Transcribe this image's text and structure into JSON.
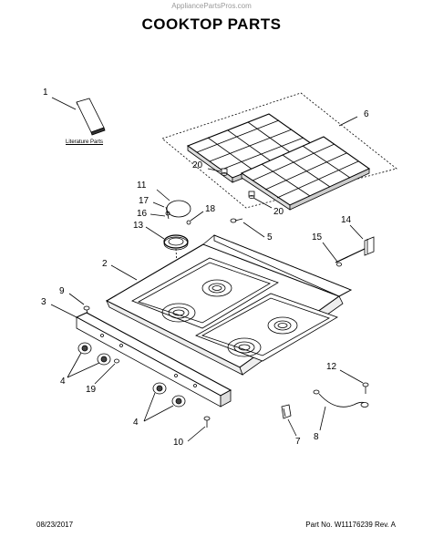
{
  "header": {
    "watermark": "AppliancePartsPros.com",
    "title": "COOKTOP PARTS"
  },
  "literature_label": "Literature Parts",
  "callouts": [
    {
      "id": "c1",
      "text": "1"
    },
    {
      "id": "c6",
      "text": "6"
    },
    {
      "id": "c20a",
      "text": "20"
    },
    {
      "id": "c20b",
      "text": "20"
    },
    {
      "id": "c11",
      "text": "11"
    },
    {
      "id": "c17",
      "text": "17"
    },
    {
      "id": "c18",
      "text": "18"
    },
    {
      "id": "c16",
      "text": "16"
    },
    {
      "id": "c13",
      "text": "13"
    },
    {
      "id": "c5",
      "text": "5"
    },
    {
      "id": "c14",
      "text": "14"
    },
    {
      "id": "c15",
      "text": "15"
    },
    {
      "id": "c2",
      "text": "2"
    },
    {
      "id": "c9",
      "text": "9"
    },
    {
      "id": "c3",
      "text": "3"
    },
    {
      "id": "c4a",
      "text": "4"
    },
    {
      "id": "c19",
      "text": "19"
    },
    {
      "id": "c4b",
      "text": "4"
    },
    {
      "id": "c12",
      "text": "12"
    },
    {
      "id": "c10",
      "text": "10"
    },
    {
      "id": "c7",
      "text": "7"
    },
    {
      "id": "c8",
      "text": "8"
    }
  ],
  "footer": {
    "date": "08/23/2017",
    "part_number": "Part No. W11176239  Rev. A"
  }
}
